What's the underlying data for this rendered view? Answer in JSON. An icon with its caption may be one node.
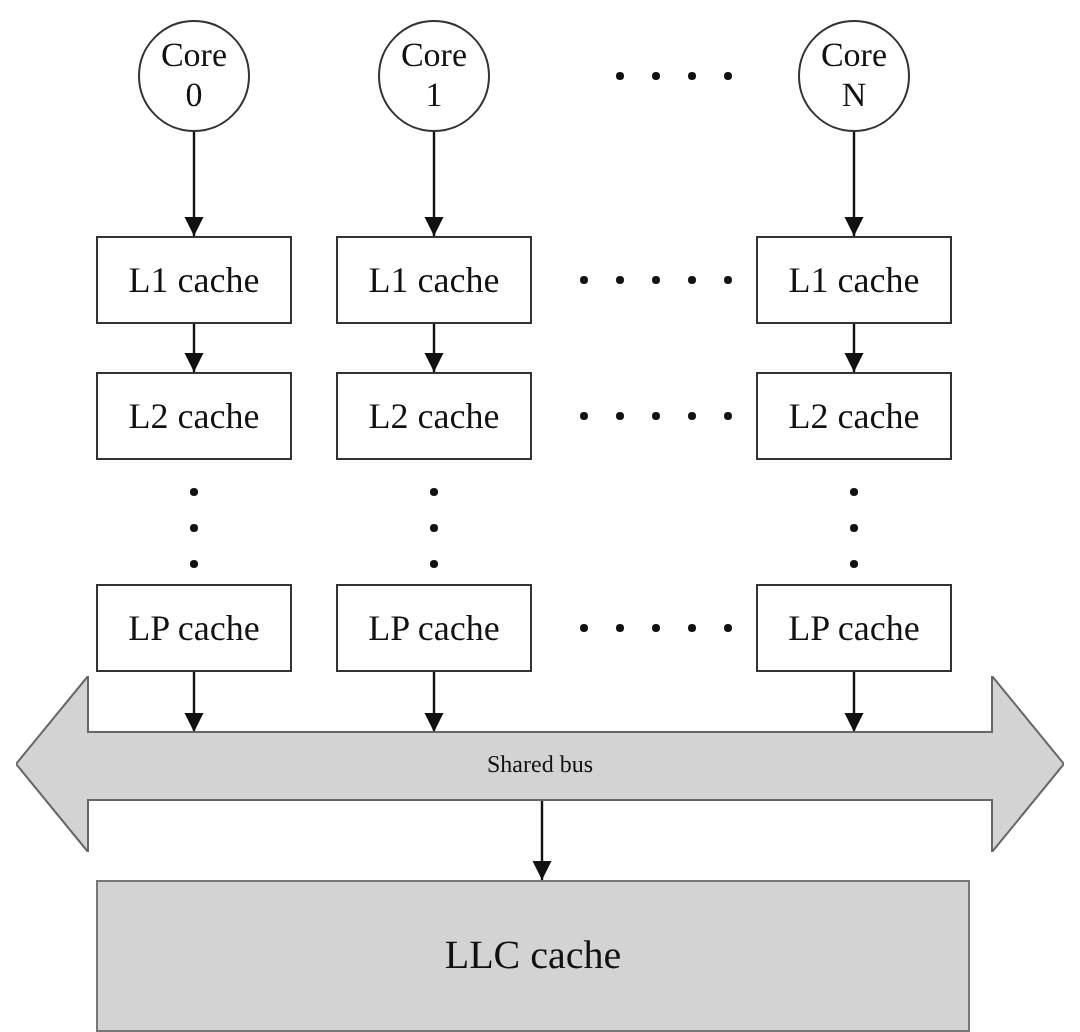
{
  "diagram": {
    "nodes": [
      {
        "text": [
          "Core 0"
        ]
      },
      {
        "text": [
          "Core 1"
        ]
      },
      {
        "text": [
          "Core N"
        ]
      },
      {
        "text": [
          "L1 cache"
        ]
      },
      {
        "text": [
          "L1 cache"
        ]
      },
      {
        "text": [
          "L1 cache"
        ]
      },
      {
        "text": [
          "L2 cache"
        ]
      },
      {
        "text": [
          "L2 cache"
        ]
      },
      {
        "text": [
          "L2 cache"
        ]
      },
      {
        "text": [
          "LP cache"
        ]
      },
      {
        "text": [
          "LP cache"
        ]
      },
      {
        "text": [
          "LP cache"
        ]
      },
      {
        "text": [
          "Shared bus"
        ]
      },
      {
        "text": [
          "LLC cache"
        ]
      }
    ],
    "edges": [
      {
        "from": 0,
        "to": 3,
        "arrow": "to"
      },
      {
        "from": 1,
        "to": 4,
        "arrow": "to"
      },
      {
        "from": 2,
        "to": 5,
        "arrow": "to"
      },
      {
        "from": 3,
        "to": 6,
        "arrow": "to"
      },
      {
        "from": 4,
        "to": 7,
        "arrow": "to"
      },
      {
        "from": 5,
        "to": 8,
        "arrow": "to"
      },
      {
        "from": 9,
        "to": 12,
        "arrow": "to"
      },
      {
        "from": 10,
        "to": 12,
        "arrow": "to"
      },
      {
        "from": 11,
        "to": 12,
        "arrow": "to"
      },
      {
        "from": 12,
        "to": 13,
        "arrow": "to"
      }
    ]
  }
}
